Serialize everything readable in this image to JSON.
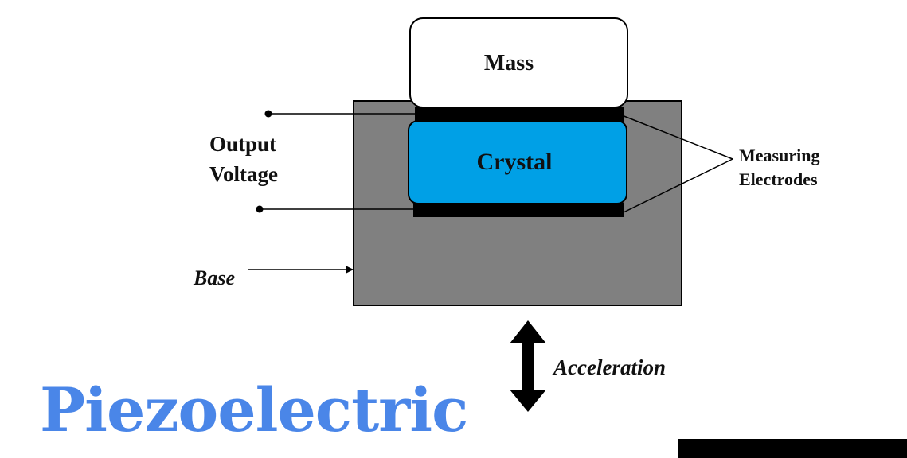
{
  "diagram": {
    "mass_label": "Mass",
    "crystal_label": "Crystal",
    "output_label_line1": "Output",
    "output_label_line2": "Voltage",
    "electrodes_label_line1": "Measuring",
    "electrodes_label_line2": "Electrodes",
    "base_label": "Base",
    "acceleration_label": "Acceleration"
  },
  "brand": {
    "title": "Piezoelectric"
  },
  "colors": {
    "base": "#808080",
    "crystal": "#00a0e6",
    "electrode": "#000000",
    "mass": "#ffffff",
    "title": "#4a86e8",
    "corner_bar": "#000000"
  }
}
